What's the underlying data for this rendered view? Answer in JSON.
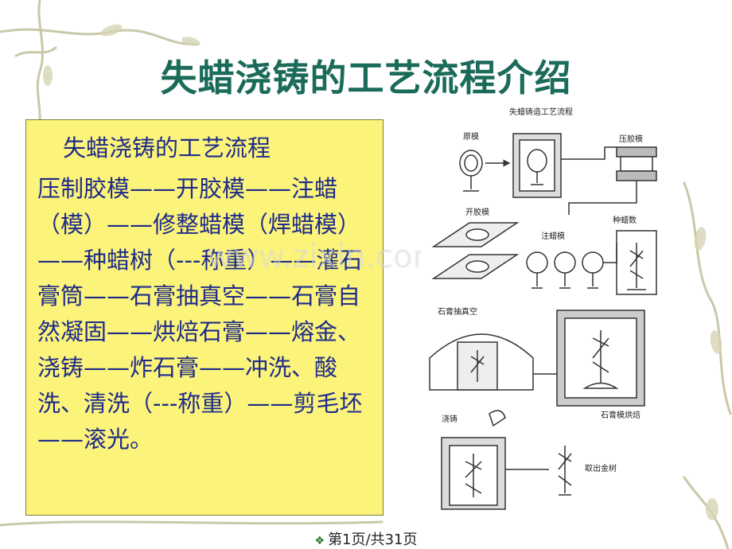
{
  "slide": {
    "title": "失蜡浇铸的工艺流程介绍",
    "box_heading": "失蜡浇铸的工艺流程",
    "box_body": "压制胶模——开胶模——注蜡（模）——修整蜡模（焊蜡模）——种蜡树（---称重）——灌石膏筒——石膏抽真空——石膏自然凝固——烘焙石膏——熔金、浇铸——炸石膏——冲洗、酸洗、清洗（---称重）——剪毛坯——滚光。",
    "watermark": "www.zixin.com.cn"
  },
  "diagram": {
    "title": "失蜡铸造工艺流程",
    "labels": {
      "original": "原模",
      "press": "压胶模",
      "open": "开胶模",
      "inject": "注蜡模",
      "tree": "种蜡数",
      "vacuum": "石膏抽真空",
      "bake": "石膏模烘焙",
      "pour": "浇铸",
      "remove": "取出金树"
    }
  },
  "footer": {
    "bullet": "❖",
    "page": "第1页/共31页"
  },
  "colors": {
    "title": "#1b6b5a",
    "box_bg": "#fbf37a",
    "box_text": "#1e2b8a"
  }
}
